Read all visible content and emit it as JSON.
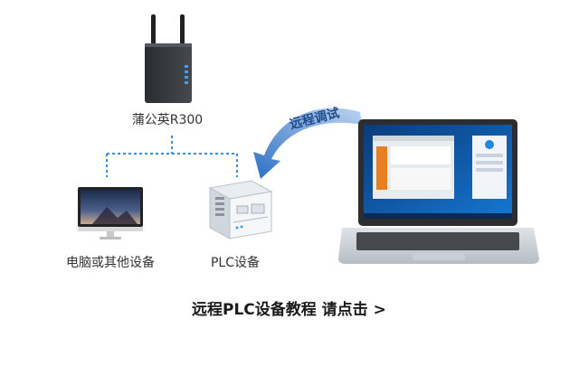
{
  "devices": {
    "router": {
      "label": "蒲公英R300",
      "icon": "router-icon"
    },
    "computer": {
      "label": "电脑或其他设备",
      "icon": "monitor-icon"
    },
    "plc": {
      "label": "PLC设备",
      "icon": "plc-icon"
    },
    "laptop": {
      "icon": "laptop-icon"
    }
  },
  "remote_debug_label": "远程调试",
  "tutorial": {
    "text": "远程PLC设备教程  请点击 >"
  },
  "colors": {
    "dashed_line": "#3a8fd9",
    "arrow": "#2e6fc4",
    "arrow_text": "#1f4b8a"
  }
}
